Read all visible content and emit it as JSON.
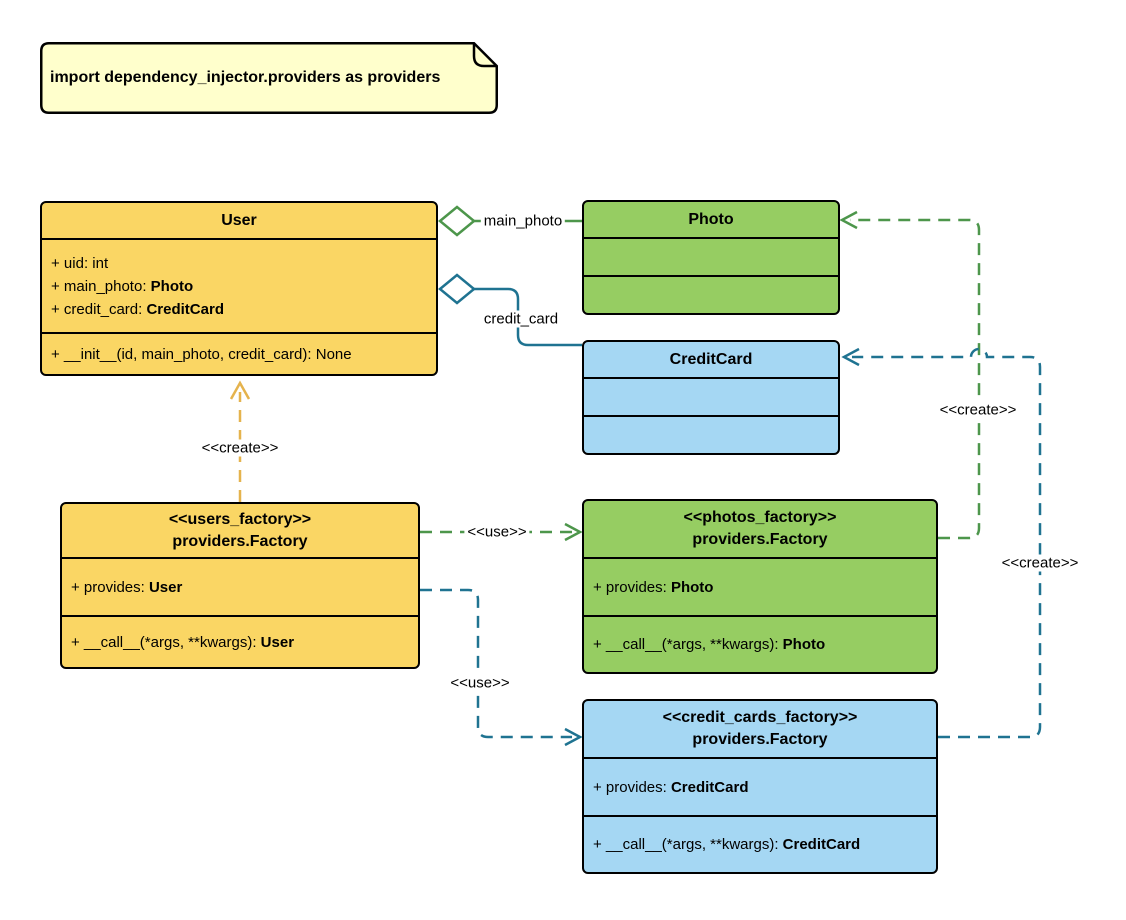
{
  "note": {
    "text": "import dependency_injector.providers as providers"
  },
  "classes": {
    "user": {
      "name": "User",
      "attributes": [
        {
          "pre": "+ uid: int",
          "bold": ""
        },
        {
          "pre": "+ main_photo: ",
          "bold": "Photo"
        },
        {
          "pre": "+ credit_card: ",
          "bold": "CreditCard"
        }
      ],
      "methods": [
        {
          "pre": "+ __init__(id, main_photo, credit_card): None",
          "bold": ""
        }
      ]
    },
    "photo": {
      "name": "Photo"
    },
    "credit_card": {
      "name": "CreditCard"
    },
    "users_factory": {
      "stereotype": "<<users_factory>>",
      "name": "providers.Factory",
      "attributes": [
        {
          "pre": "+ provides: ",
          "bold": "User"
        }
      ],
      "methods": [
        {
          "pre": "+ __call__(*args, **kwargs): ",
          "bold": "User"
        }
      ]
    },
    "photos_factory": {
      "stereotype": "<<photos_factory>>",
      "name": "providers.Factory",
      "attributes": [
        {
          "pre": "+ provides: ",
          "bold": "Photo"
        }
      ],
      "methods": [
        {
          "pre": "+ __call__(*args, **kwargs): ",
          "bold": "Photo"
        }
      ]
    },
    "credit_cards_factory": {
      "stereotype": "<<credit_cards_factory>>",
      "name": "providers.Factory",
      "attributes": [
        {
          "pre": "+ provides: ",
          "bold": "CreditCard"
        }
      ],
      "methods": [
        {
          "pre": "+ __call__(*args, **kwargs): ",
          "bold": "CreditCard"
        }
      ]
    }
  },
  "edges": {
    "user_aggregates_photo": {
      "label": "main_photo"
    },
    "user_aggregates_credit_card": {
      "label": "credit_card"
    },
    "users_factory_creates_user": {
      "label": "<<create>>"
    },
    "users_factory_uses_photos_factory": {
      "label": "<<use>>"
    },
    "users_factory_uses_credit_cards_factory": {
      "label": "<<use>>"
    },
    "photos_factory_creates_photo": {
      "label": "<<create>>"
    },
    "credit_cards_factory_creates_credit_card": {
      "label": "<<create>>"
    }
  },
  "colors": {
    "note_fill": "#FFFFCC",
    "yellow_fill": "#FAD664",
    "green_fill": "#96CD62",
    "blue_fill": "#A5D7F3",
    "yellow_line": "#E5B34D",
    "green_line": "#4D964B",
    "blue_line": "#1F7391",
    "border": "#000000"
  }
}
